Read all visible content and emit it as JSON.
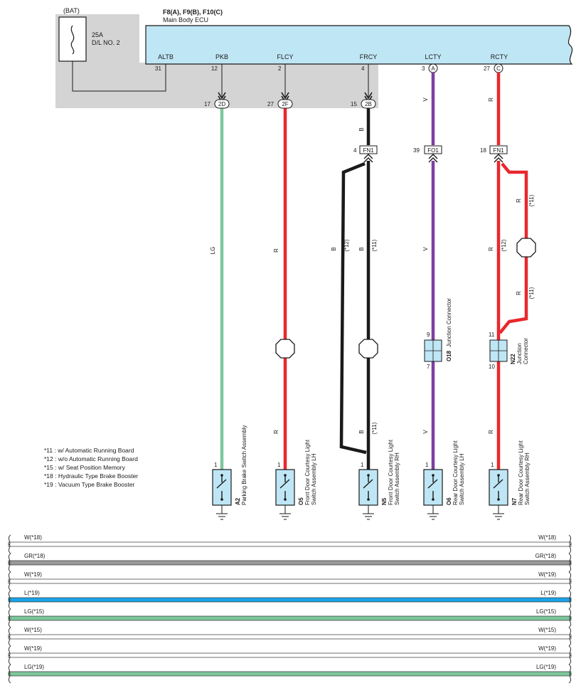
{
  "battery": {
    "label": "(BAT)",
    "fuse_rating": "25A",
    "fuse_name": "D/L NO. 2"
  },
  "ecu": {
    "ids": "F8(A), F9(B), F10(C)",
    "name": "Main Body ECU",
    "pins": [
      {
        "name": "ALTB",
        "num": "31"
      },
      {
        "name": "PKB",
        "num": "12"
      },
      {
        "name": "FLCY",
        "num": "2"
      },
      {
        "name": "FRCY",
        "num": "4"
      },
      {
        "name": "LCTY",
        "num": "3",
        "conn": "A"
      },
      {
        "name": "RCTY",
        "num": "27",
        "conn": "C"
      }
    ]
  },
  "connectors": {
    "c2D": {
      "num": "17",
      "name": "2D"
    },
    "c2F": {
      "num": "27",
      "name": "2F"
    },
    "c2B": {
      "num": "15",
      "name": "2B"
    },
    "fn1_a": {
      "num": "4",
      "name": "FN1"
    },
    "fo1": {
      "num": "39",
      "name": "FO1"
    },
    "fn1_b": {
      "num": "18",
      "name": "FN1"
    }
  },
  "wires": {
    "lg": "LG",
    "r": "R",
    "b": "B",
    "v": "V",
    "note11": "(*11)",
    "note12": "(*12)"
  },
  "junctions": {
    "o18": {
      "id": "O18",
      "name": "Junction Connector",
      "pin_top": "9",
      "pin_bottom": "7"
    },
    "n22": {
      "id": "N22",
      "name": "Junction",
      "name2": "Connector",
      "pin_top": "11",
      "pin_bottom": "10"
    }
  },
  "switches": [
    {
      "id": "A2",
      "pin": "1",
      "name1": "Parking Brake Switch Assembly",
      "name2": ""
    },
    {
      "id": "O5",
      "pin": "1",
      "name1": "Front Door Courtesy Light",
      "name2": "Switch Assembly LH"
    },
    {
      "id": "N5",
      "pin": "1",
      "name1": "Front Door Courtesy Light",
      "name2": "Switch Assembly RH"
    },
    {
      "id": "O6",
      "pin": "1",
      "name1": "Rear Door Courtesy Light",
      "name2": "Switch Assembly LH"
    },
    {
      "id": "N7",
      "pin": "1",
      "name1": "Rear Door Courtesy Light",
      "name2": "Switch Assembly RH"
    }
  ],
  "notes": [
    "*11 : w/ Automatic Running Board",
    "*12 : w/o Automatic Running Board",
    "*15 : w/ Seat Position Memory",
    "*18 : Hydraulic Type Brake Booster",
    "*19 : Vacuum Type Brake Booster"
  ],
  "bus_lines": [
    {
      "label": "W(*18)",
      "color": "#ffffff"
    },
    {
      "label": "GR(*18)",
      "color": "#9a9a9a"
    },
    {
      "label": "W(*19)",
      "color": "#ffffff"
    },
    {
      "label": "L(*19)",
      "color": "#1aa3e6"
    },
    {
      "label": "LG(*15)",
      "color": "#7dc79b"
    },
    {
      "label": "W(*15)",
      "color": "#ffffff"
    },
    {
      "label": "W(*19)",
      "color": "#ffffff"
    },
    {
      "label": "LG(*19)",
      "color": "#7dc79b"
    }
  ],
  "colors": {
    "ecu_fill": "#bfe6f5",
    "shade": "#d4d4d4",
    "lg": "#7dc79b",
    "red": "#e8282d",
    "black": "#1a1a1a",
    "violet": "#7d3fa0",
    "component_fill": "#bfe6f5"
  }
}
